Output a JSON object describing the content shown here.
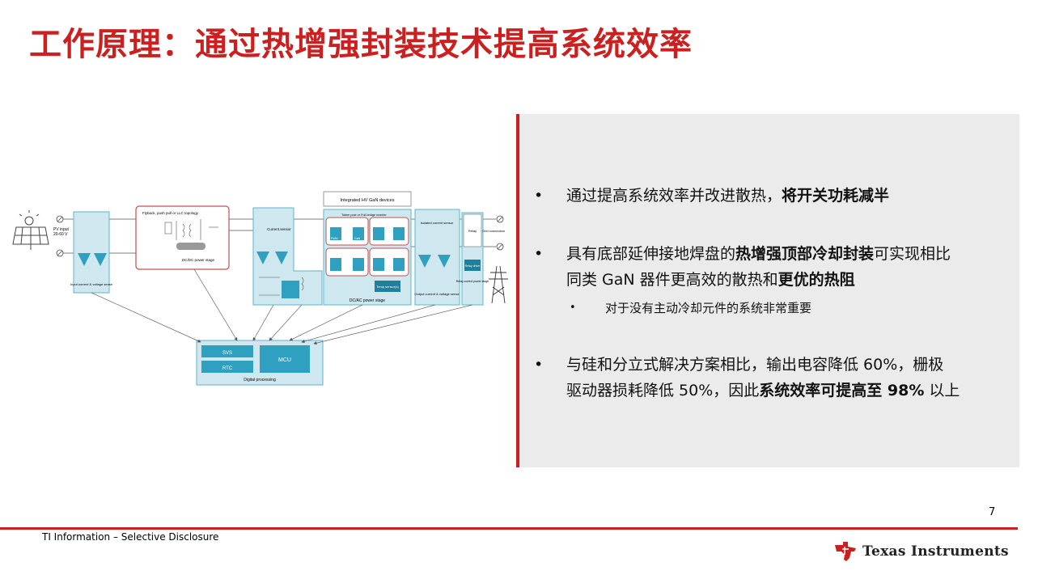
{
  "title": "工作原理：通过热增强封装技术提高系统效率",
  "bullets": [
    {
      "pre": "通过提高系统效率并改进散热，",
      "bold": "将开关功耗减半",
      "post": ""
    },
    {
      "line1_a": "具有底部延伸接地焊盘的",
      "line1_b": "热增强顶部冷却封装",
      "line1_c": "可实现相比",
      "line2_a": "同类 GaN 器件更高效的散热和",
      "line2_b": "更优的热阻"
    },
    {
      "line1": "与硅和分立式解决方案相比，输出电容降低 60%，栅极",
      "line2_a": "驱动器损耗降低 50%，因此",
      "line2_b": "系统效率可提高至 98%",
      "line2_c": " 以上"
    }
  ],
  "sub_bullet": "对于没有主动冷却元件的系统非常重要",
  "bullet_symbol": "•",
  "page_number": "7",
  "footer": "TI Information – Selective Disclosure",
  "logo_text": "Texas Instruments",
  "colors": {
    "accent": "#cc1f1f",
    "panel": "#ebebeb",
    "diagram_fill": "#cfe8ef",
    "diagram_stroke": "#5bb6cb",
    "diagram_dark": "#2fa0c0"
  },
  "diagram": {
    "pv_input": "PV input",
    "pv_range": "20-60 V",
    "input_sense": "Input current & voltage sense",
    "flyback": "Flyback, push pull or LLC topology",
    "integrated_hv": "Integrated HV GaN devices",
    "dcdc": "DC/DC power stage",
    "current_sensor": "Current sensor",
    "totem_pole": "Totem pole or Full-bridge inverter",
    "dcac": "DC/AC power stage",
    "temp_sensor": "Temp sensor(s)",
    "isolated_sensor": "Isolated current sensor",
    "output_sense": "Output current & voltage sense",
    "relay": "Relay",
    "relay_driver": "Relay driver",
    "relay_control": "Relay control power stage",
    "grid": "Grid connection",
    "pwm": "PWM",
    "gan": "GaN",
    "svs": "SVS",
    "rtc": "RTC",
    "mcu": "MCU",
    "digital": "Digital processing"
  }
}
